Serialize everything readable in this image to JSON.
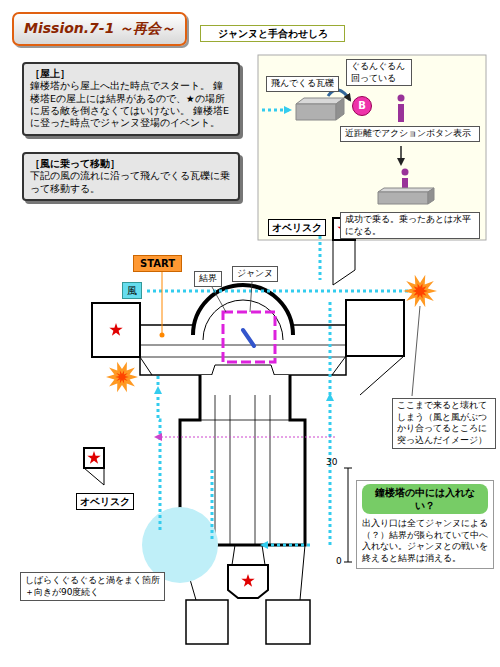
{
  "diagram": {
    "title": "Mission.7-1 ～再会～",
    "nodes": [
      {
        "text": [
          "ジャンヌと手合わせしろ"
        ]
      },
      {
        "text": [
          "［屋上］",
          "鐘楼塔から屋上へ出た時点でスタート。 鐘楼塔Eの屋上には結界があるので、★の場所に居る敵を倒さなくてはいけない。 鐘楼塔Eに登った時点でジャンヌ登場のイベント。"
        ]
      },
      {
        "text": [
          "［風に乗って移動］",
          "下記の風の流れに沿って飛んでくる瓦礫に乗って移動する。"
        ]
      },
      {
        "text": [
          "飛んでくる瓦礫"
        ]
      },
      {
        "text": [
          "ぐるんぐるん 回っている"
        ]
      },
      {
        "text": [
          "B"
        ]
      },
      {
        "text": [
          "近距離でアクションボタン表示"
        ]
      },
      {
        "text": [
          "成功で乗る。乗ったあとは水平になる。"
        ]
      },
      {
        "text": [
          "オベリスク"
        ]
      },
      {
        "text": [
          "START"
        ]
      },
      {
        "text": [
          "結界"
        ]
      },
      {
        "text": [
          "ジャンヌ"
        ]
      },
      {
        "text": [
          "風"
        ]
      },
      {
        "text": [
          "ここまで来ると壊れてしまう（風と風がぶつかり合ってるところに突っ込んだイメージ）"
        ]
      },
      {
        "text": [
          "オベリスク"
        ]
      },
      {
        "text": [
          "鐘楼塔の中には入れない？",
          "出入り口は全てジャンヌによる（？）結界が張られていて中へ入れない。ジャンヌとの戦いを終えると結界は消える。"
        ]
      },
      {
        "text": [
          "しばらくぐるぐると渦をまく箇所",
          "＋向きが90度続く"
        ]
      }
    ],
    "labels": [
      "30",
      "0"
    ]
  }
}
